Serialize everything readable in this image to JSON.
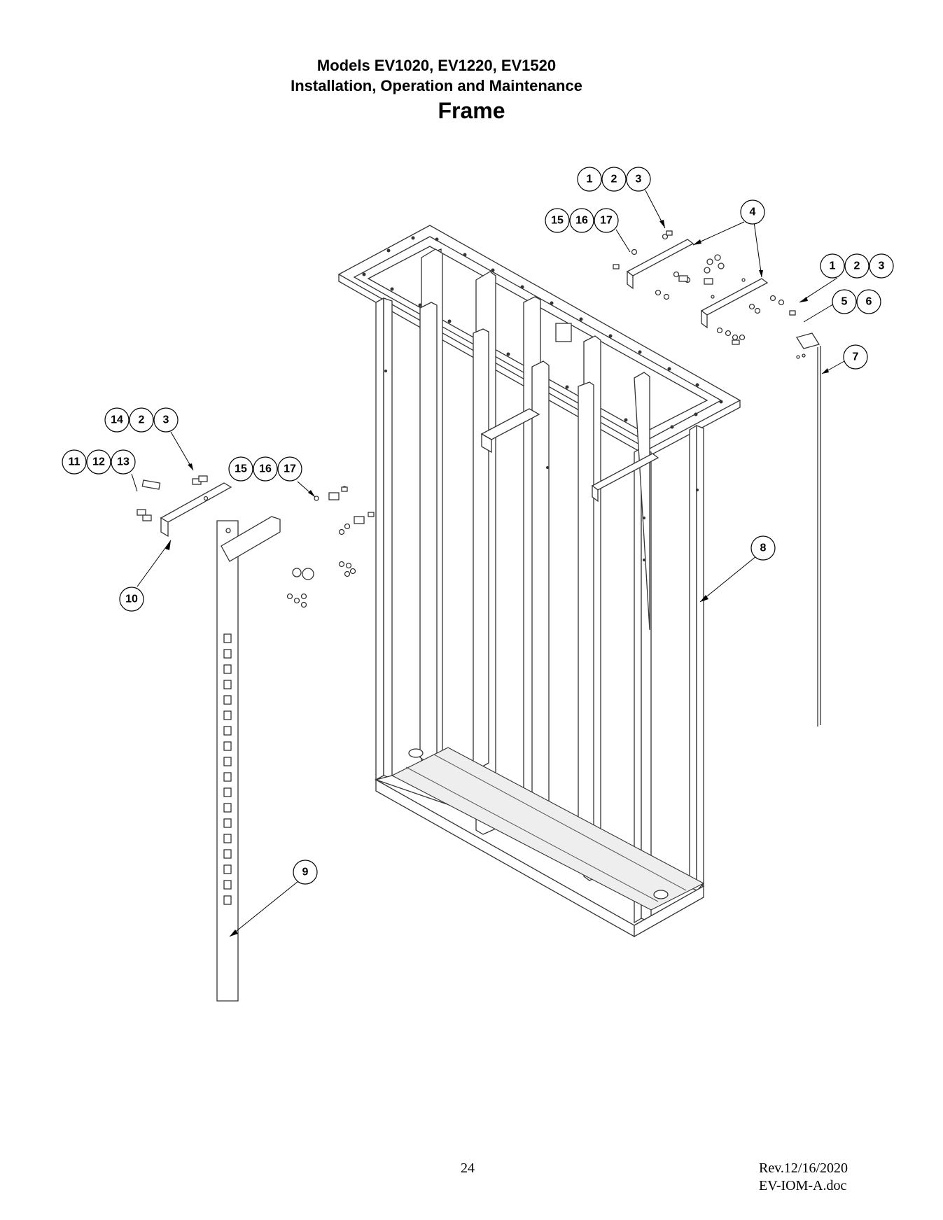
{
  "header": {
    "models": "Models EV1020, EV1220, EV1520",
    "subtitle": "Installation, Operation and Maintenance",
    "section": "Frame"
  },
  "callouts": [
    {
      "id": "c-1a",
      "labels": [
        "1",
        "2",
        "3"
      ]
    },
    {
      "id": "c-15a",
      "labels": [
        "15",
        "16",
        "17"
      ]
    },
    {
      "id": "c-4",
      "labels": [
        "4"
      ]
    },
    {
      "id": "c-1b",
      "labels": [
        "1",
        "2",
        "3"
      ]
    },
    {
      "id": "c-5",
      "labels": [
        "5",
        "6"
      ]
    },
    {
      "id": "c-7",
      "labels": [
        "7"
      ]
    },
    {
      "id": "c-14",
      "labels": [
        "14",
        "2",
        "3"
      ]
    },
    {
      "id": "c-11",
      "labels": [
        "11",
        "12",
        "13"
      ]
    },
    {
      "id": "c-15b",
      "labels": [
        "15",
        "16",
        "17"
      ]
    },
    {
      "id": "c-8",
      "labels": [
        "8"
      ]
    },
    {
      "id": "c-10",
      "labels": [
        "10"
      ]
    },
    {
      "id": "c-9",
      "labels": [
        "9"
      ]
    }
  ],
  "footer": {
    "page_number": "24",
    "revision": "Rev.12/16/2020",
    "doc_name": "EV-IOM-A.doc"
  }
}
